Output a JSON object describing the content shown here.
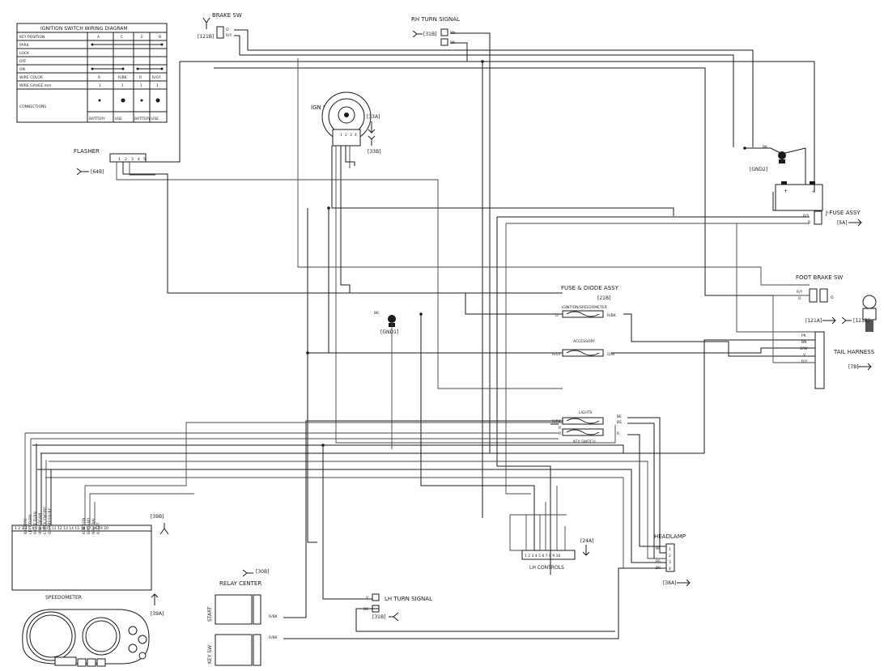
{
  "ignition_table": {
    "title": "IGNITION SWITCH WIRING DIAGRAM",
    "header": [
      "KEY POSITION",
      "A",
      "C",
      "E",
      "B"
    ],
    "rows": [
      {
        "label": "PARK"
      },
      {
        "label": "LOCK"
      },
      {
        "label": "OFF"
      },
      {
        "label": "ON"
      },
      {
        "label": "WIRE COLOR",
        "cells": [
          "R",
          "R/BK",
          "R",
          "R/GY"
        ]
      },
      {
        "label": "WIRE GAUGE mm",
        "cells": [
          "1",
          "1",
          "1",
          "1"
        ]
      },
      {
        "label": "CONNECTIONS",
        "cells": [
          "BATTERY",
          "USE",
          "BATTERY",
          "USE"
        ]
      }
    ]
  },
  "labels": {
    "brake_sw": "BRAKE SW",
    "brake_conn": "[121B]",
    "brake_pins": [
      "O",
      "R/Y"
    ],
    "rh_turn": "RH TURN SIGNAL",
    "rh_conn": "[31B]",
    "rh_pins": [
      "BN",
      "BK"
    ],
    "ign_sw": "IGN SW",
    "ign_pins": [
      "1",
      "2",
      "3",
      "4"
    ],
    "ign_conn_a": "[33A]",
    "ign_conn_b": "[33B]",
    "flasher": "FLASHER",
    "flasher_conn": "[64B]",
    "flasher_pins": [
      "1",
      "2",
      "3",
      "4",
      "5"
    ],
    "ground_a": "[GND2]",
    "ground_a_wire": "BK",
    "fuse_assy": "J-FUSE ASSY",
    "fuse_assy_conn": "[5A]",
    "fuse_assy_pins": [
      "R/Y",
      "R"
    ],
    "fuse_diode": "FUSE & DIODE ASSY",
    "fuse_diode_conn": "[21B]",
    "fuse_1": "IGNITION/SPEEDOMETER",
    "fuse_2": "ACCESSORY",
    "fuse_3": "LIGHTS",
    "fuse_4": "KEY SWITCH",
    "foot_brake": "FOOT BRAKE SW",
    "foot_brake_conn_a": "[121A]",
    "foot_brake_conn_b": "[121B]",
    "tail_harness": "TAIL HARNESS",
    "tail_conn": "[7B]",
    "ground_b": "[GND1]",
    "ground_b_wire": "BK",
    "speedometer": "SPEEDOMETER",
    "speedo_conn": "[39B]",
    "speedo_conn_b": "[39A]",
    "speedo_pins": "1 2 3 4 5 6 7 8 9 10 11 12 13 14 15 16 17 18 19 20",
    "speedo_funcs": [
      "BATTERY",
      "LEFT TURN",
      "RIGHT TURN",
      "HIGH BEAM",
      "CHECK ENGINE",
      "OIL PRESSURE",
      "IGNITION",
      "GROUND",
      "NEUTRAL",
      "RESET"
    ],
    "relay_center": "RELAY CENTER",
    "relay_conn": "[30B]",
    "start": "START",
    "key_sw": "KEY SW",
    "lh_turn": "LH TURN SIGNAL",
    "lh_conn": "[31B]",
    "lh_pins": [
      "V",
      "BK"
    ],
    "lh_controls": "LH CONTROLS",
    "lh_controls_conn": "[24A]",
    "headlamp": "HEADLAMP",
    "headlamp_conn": "[38A]",
    "headlamp_pins": [
      "1",
      "2",
      "3",
      "4"
    ],
    "wire_rbk": "R/BK",
    "wire_rgy": "R/GY",
    "wire_bn": "BN",
    "wire_bk": "BK",
    "wire_o": "O",
    "wire_ry": "R/Y",
    "wire_r": "R",
    "wire_gy": "GY",
    "wire_wbk": "W/BK",
    "wire_bs": "BS",
    "wire_be": "BE",
    "wire_pk": "PK",
    "wire_o_w": "O/W",
    "wire_v": "V",
    "wire_w": "W"
  }
}
